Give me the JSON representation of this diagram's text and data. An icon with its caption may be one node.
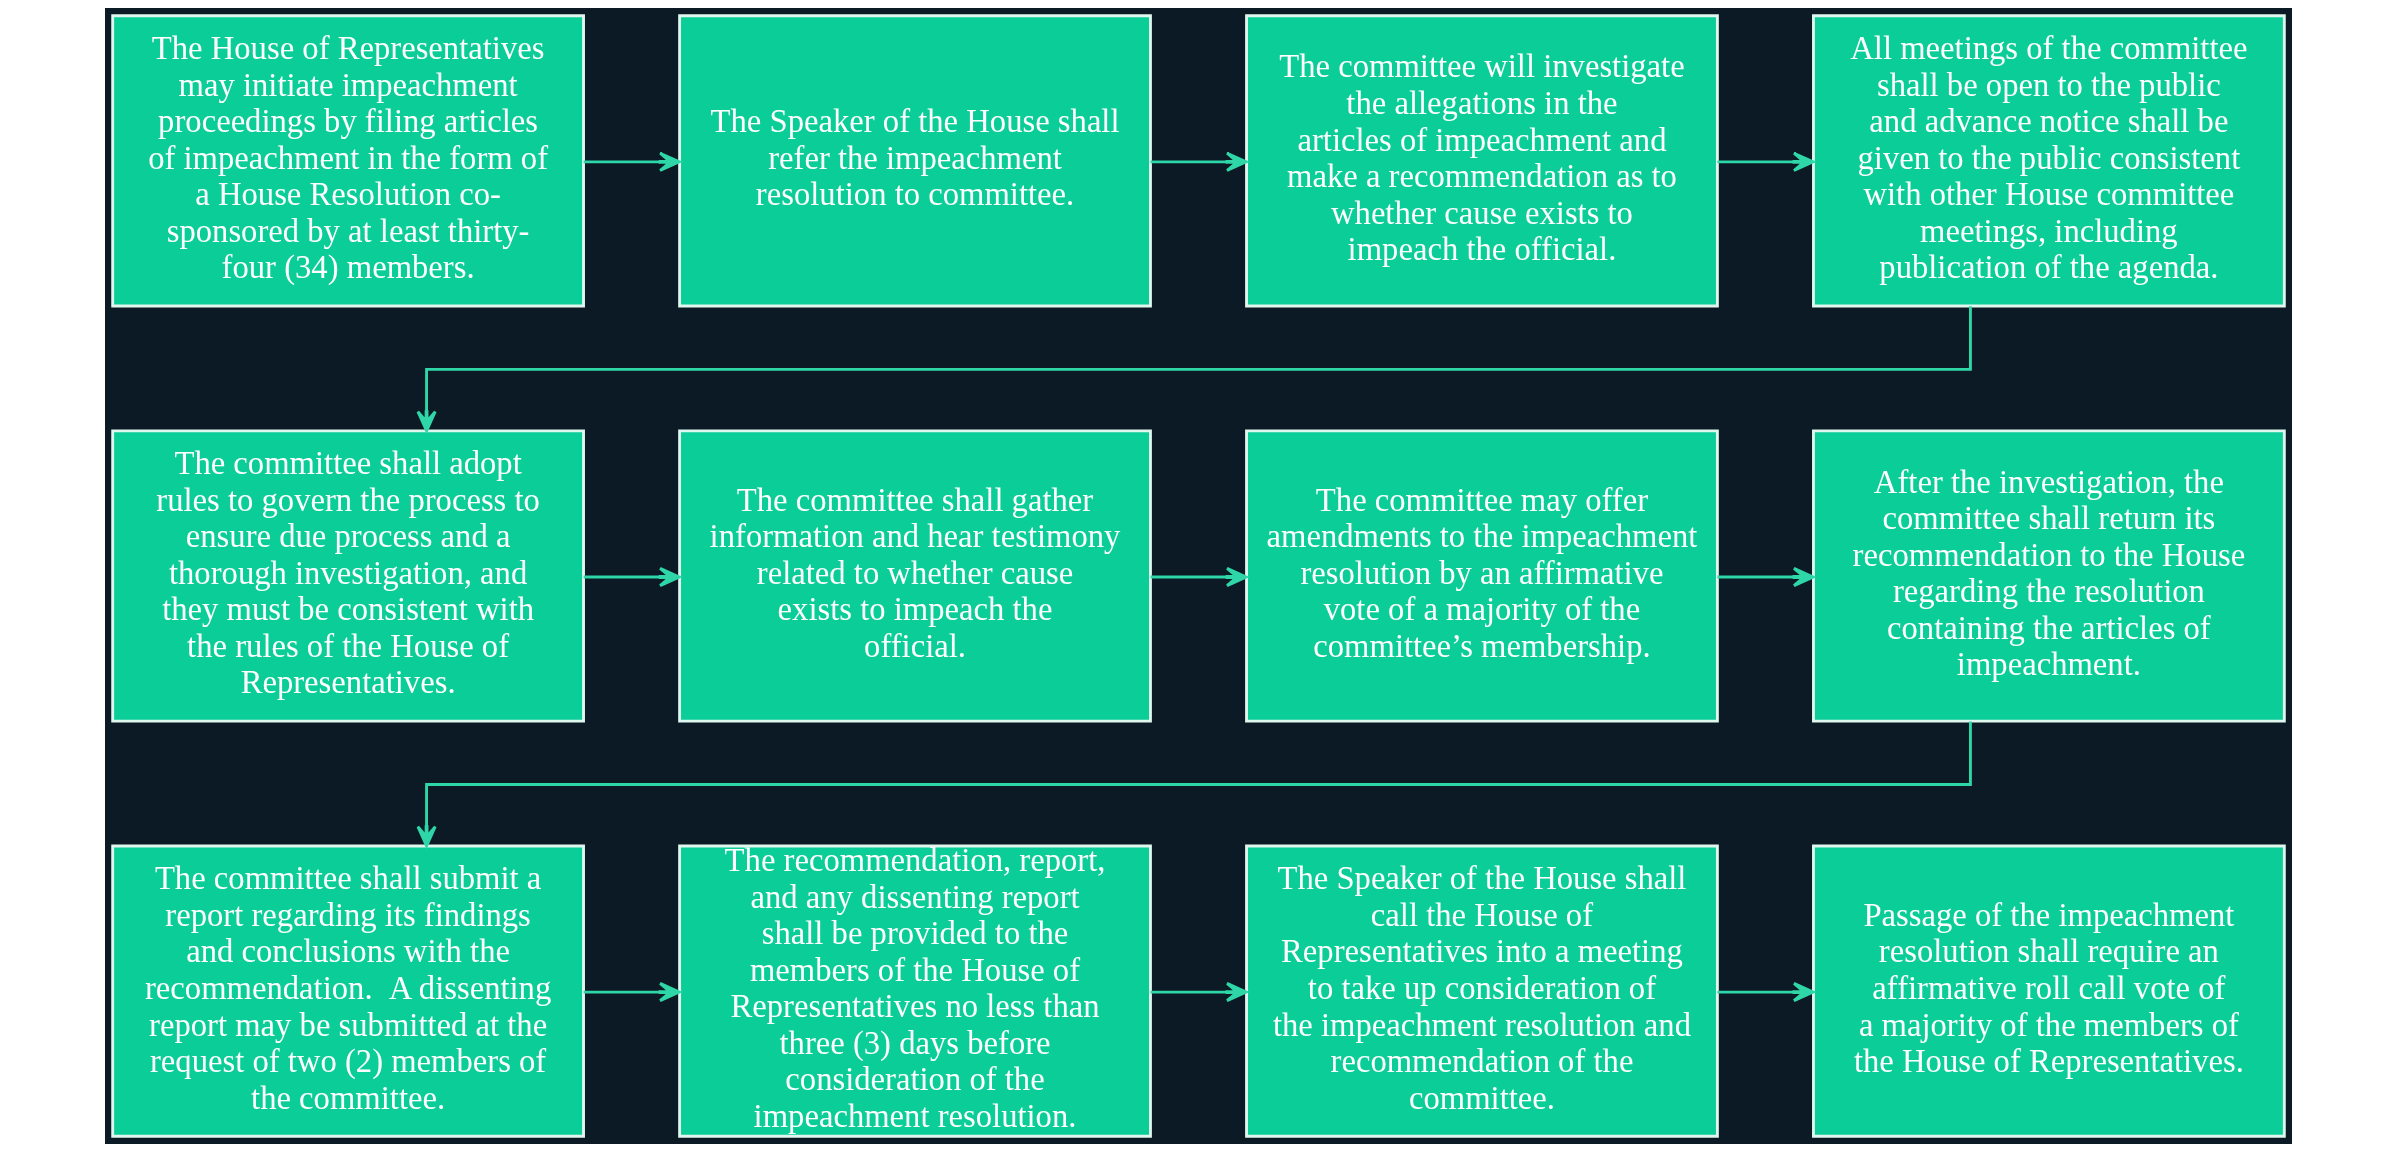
{
  "diagram": {
    "nodes": [
      {
        "text": [
          "The House of Representatives may initiate impeachment proceedings by filing articles of impeachment in the form of a House Resolution co-sponsored by at least thirty-four (34) members."
        ]
      },
      {
        "text": [
          "The Speaker of the House shall refer the impeachment resolution to committee."
        ]
      },
      {
        "text": [
          "The committee will investigate the allegations in the articles of impeachment and make a recommendation as to whether cause exists to impeach the official."
        ]
      },
      {
        "text": [
          "All meetings of the committee shall be open to the public and advance notice shall be given to the public consistent with other House committee meetings, including publication of the agenda."
        ]
      },
      {
        "text": [
          "The committee shall adopt rules to govern the process to ensure due process and a thorough investigation, and they must be consistent with the rules of the House of Representatives."
        ]
      },
      {
        "text": [
          "The committee shall gather information and hear testimony related to whether cause exists to impeach the official."
        ]
      },
      {
        "text": [
          "The committee may offer amendments to the impeachment resolution by an affirmative vote of a majority of the committee’s membership."
        ]
      },
      {
        "text": [
          "After the investigation, the committee shall return its recommendation to the House regarding the resolution containing the articles of impeachment."
        ]
      },
      {
        "text": [
          "The committee shall submit a report regarding its findings and conclusions with the recommendation.  A dissenting report may be submitted at the request of two (2) members of the committee."
        ]
      },
      {
        "text": [
          "The recommendation, report, and any dissenting report shall be provided to the members of the House of Representatives no less than three (3) days before consideration of the impeachment resolution."
        ]
      },
      {
        "text": [
          "The Speaker of the House shall call the House of Representatives into a meeting to take up consideration of the impeachment resolution and recommendation of the committee."
        ]
      },
      {
        "text": [
          "Passage of the impeachment resolution shall require an affirmative roll call vote of a majority of the members of the House of Representatives."
        ]
      }
    ],
    "edges": [
      {
        "from": 0,
        "to": 1,
        "arrow": "to"
      },
      {
        "from": 1,
        "to": 2,
        "arrow": "to"
      },
      {
        "from": 2,
        "to": 3,
        "arrow": "to"
      },
      {
        "from": 3,
        "to": 4,
        "arrow": "to"
      },
      {
        "from": 4,
        "to": 5,
        "arrow": "to"
      },
      {
        "from": 5,
        "to": 6,
        "arrow": "to"
      },
      {
        "from": 6,
        "to": 7,
        "arrow": "to"
      },
      {
        "from": 7,
        "to": 8,
        "arrow": "to"
      },
      {
        "from": 8,
        "to": 9,
        "arrow": "to"
      },
      {
        "from": 9,
        "to": 10,
        "arrow": "to"
      },
      {
        "from": 10,
        "to": 11,
        "arrow": "to"
      }
    ]
  }
}
